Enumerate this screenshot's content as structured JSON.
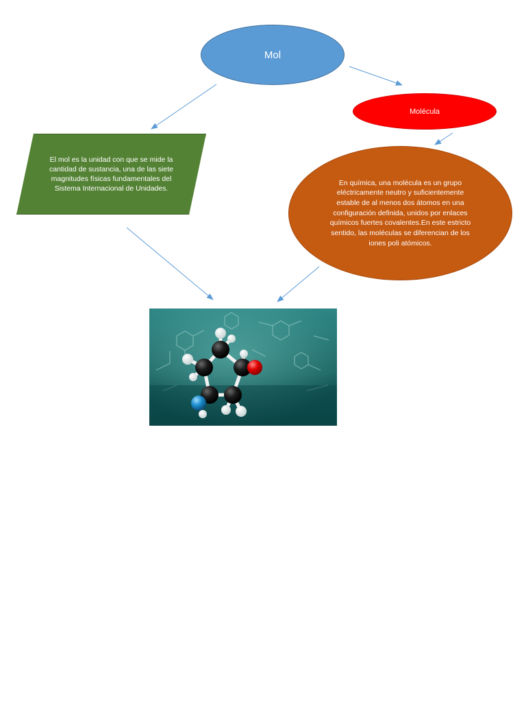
{
  "diagram": {
    "root": {
      "label": "Mol",
      "color": "#5b9bd5"
    },
    "molecula": {
      "label": "Molécula",
      "color": "#ff0000"
    },
    "mol_definition": {
      "text": "El mol es la unidad con que se mide la cantidad de sustancia,  una de las siete magnitudes físicas fundamentales del Sistema Internacional de Unidades.",
      "color": "#548235"
    },
    "molecula_definition": {
      "text": "En química, una molécula es un grupo eléctricamente neutro y suficientemente estable de al menos dos átomos en una configuración definida, unidos por enlaces químicos fuertes covalentes.En este estricto sentido, las moléculas se diferencian de los iones poli atómicos.",
      "color": "#c55a11"
    },
    "image": {
      "subject": "ball-and-stick molecular model",
      "background_color": "#1f6b6a"
    },
    "connector_color": "#5b9bd5"
  }
}
